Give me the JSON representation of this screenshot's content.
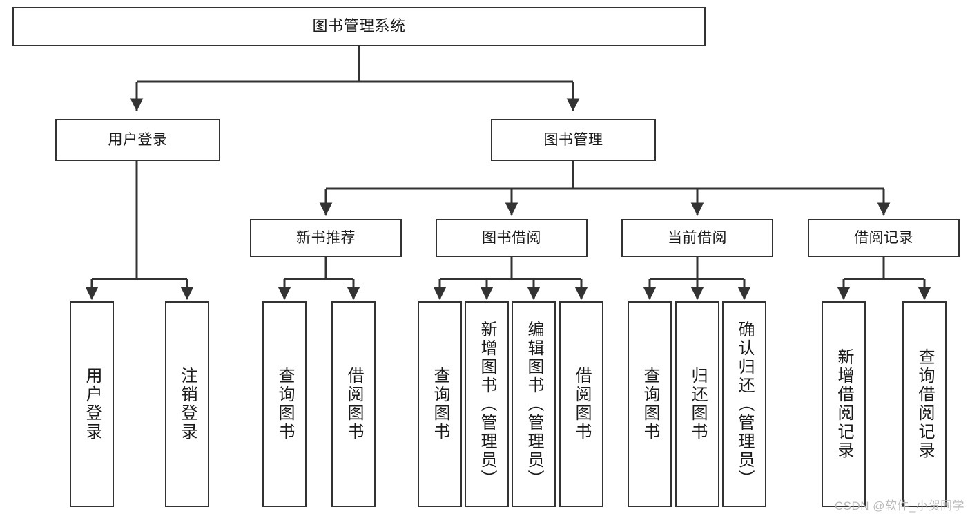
{
  "diagram": {
    "title": "图书管理系统",
    "type": "tree",
    "orientation": "top-down",
    "line_color": "#333333",
    "box_fill": "#ffffff",
    "text_color": "#1a1a1a"
  },
  "nodes": {
    "root": {
      "label": "图书管理系统",
      "level": 0
    },
    "level1": [
      {
        "id": "user-login",
        "label": "用户登录"
      },
      {
        "id": "book-manage",
        "label": "图书管理"
      }
    ],
    "level2": [
      {
        "id": "new-book-recommend",
        "label": "新书推荐",
        "parent": "book-manage"
      },
      {
        "id": "book-borrow",
        "label": "图书借阅",
        "parent": "book-manage"
      },
      {
        "id": "current-borrow",
        "label": "当前借阅",
        "parent": "book-manage"
      },
      {
        "id": "borrow-record",
        "label": "借阅记录",
        "parent": "book-manage"
      }
    ],
    "leaves": [
      {
        "id": "leaf-user-login",
        "label": "用户登录",
        "parent": "user-login"
      },
      {
        "id": "leaf-logout",
        "label": "注销登录",
        "parent": "user-login"
      },
      {
        "id": "leaf-query-book-1",
        "label": "查询图书",
        "parent": "new-book-recommend"
      },
      {
        "id": "leaf-borrow-book-1",
        "label": "借阅图书",
        "parent": "new-book-recommend"
      },
      {
        "id": "leaf-query-book-2",
        "label": "查询图书",
        "parent": "book-borrow"
      },
      {
        "id": "leaf-add-book",
        "label": "新增图书（管理员）",
        "parent": "book-borrow"
      },
      {
        "id": "leaf-edit-book",
        "label": "编辑图书（管理员）",
        "parent": "book-borrow"
      },
      {
        "id": "leaf-borrow-book-2",
        "label": "借阅图书",
        "parent": "book-borrow"
      },
      {
        "id": "leaf-query-book-3",
        "label": "查询图书",
        "parent": "current-borrow"
      },
      {
        "id": "leaf-return-book",
        "label": "归还图书",
        "parent": "current-borrow"
      },
      {
        "id": "leaf-confirm-return",
        "label": "确认归还（管理员）",
        "parent": "current-borrow"
      },
      {
        "id": "leaf-add-record",
        "label": "新增借阅记录",
        "parent": "borrow-record"
      },
      {
        "id": "leaf-query-record",
        "label": "查询借阅记录",
        "parent": "borrow-record"
      }
    ]
  },
  "watermark": {
    "text": "CSDN @软件_小贺同学"
  }
}
